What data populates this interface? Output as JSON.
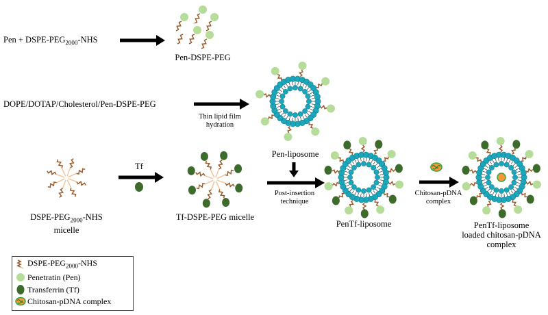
{
  "colors": {
    "penetratin": "#b5dc98",
    "transferrin": "#3c6b2c",
    "peg": "#9a5a2d",
    "bead": "#1ba7bb",
    "bead_dark": "#137b8a",
    "arrow": "#000000"
  },
  "steps": {
    "row1": {
      "left": "Pen + DSPE-PEG",
      "left_sub": "2000",
      "left_suffix": "-NHS",
      "product": "Pen-DSPE-PEG"
    },
    "row2": {
      "left": "DOPE/DOTAP/Cholesterol/Pen-DSPE-PEG",
      "arrow_label_line1": "Thin lipid film",
      "arrow_label_line2": "hydration",
      "product": "Pen-liposome"
    },
    "row3": {
      "micelle_line1": "DSPE-PEG",
      "micelle_sub": "2000",
      "micelle_suffix": "-NHS",
      "micelle_line2": "micelle",
      "tf_label": "Tf",
      "tf_micelle": "Tf-DSPE-PEG micelle",
      "post_line1": "Post-insertion",
      "post_line2": "technique",
      "pentf": "PenTf-liposome",
      "chitosan_line1": "Chitosan-pDNA",
      "chitosan_line2": "complex",
      "final_line1": "PenTf-liposome",
      "final_line2": "loaded chitosan-pDNA",
      "final_line3": "complex"
    }
  },
  "legend": {
    "items": [
      {
        "label": "DSPE-PEG",
        "sub": "2000",
        "suffix": "-NHS",
        "icon": "peg-icon"
      },
      {
        "label": "Penetratin  (Pen)",
        "icon": "penetratin-icon"
      },
      {
        "label": "Transferrin  (Tf)",
        "icon": "transferrin-icon"
      },
      {
        "label": "Chitosan-pDNA  complex",
        "icon": "chitosan-pdna-icon"
      }
    ]
  }
}
